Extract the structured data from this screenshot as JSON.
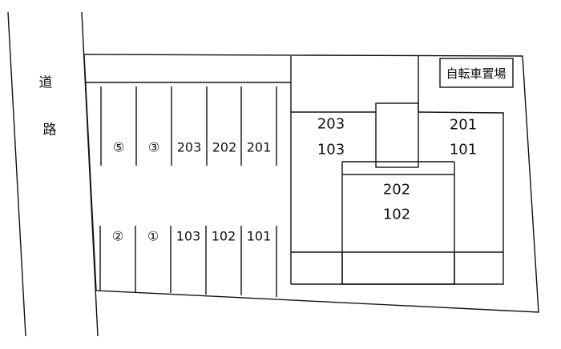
{
  "road": {
    "char1": "道",
    "char2": "路"
  },
  "bicycle_parking": "自転車置場",
  "parking_top": [
    "⑤",
    "③",
    "203",
    "202",
    "201"
  ],
  "parking_bottom": [
    "②",
    "①",
    "103",
    "102",
    "101"
  ],
  "units": {
    "left": [
      "203",
      "103"
    ],
    "right": [
      "201",
      "101"
    ],
    "center": [
      "202",
      "102"
    ]
  }
}
